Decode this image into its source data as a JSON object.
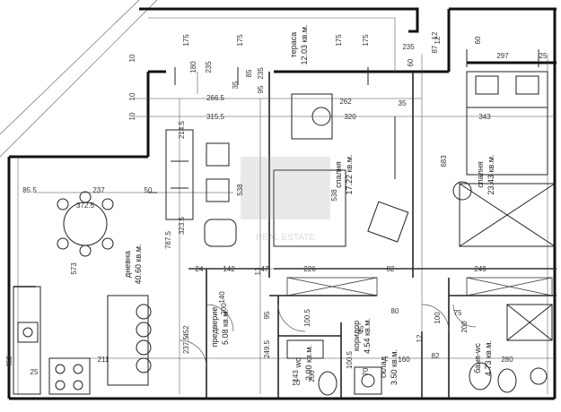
{
  "rooms": {
    "terrace": {
      "name": "тераса",
      "area": "12.03 кв.м."
    },
    "bedroom1": {
      "name": "спалня",
      "area": "17.22 кв.м."
    },
    "bedroom2": {
      "name": "спалня",
      "area": "23.43 кв.м."
    },
    "living": {
      "name": "дневна",
      "area": "40.60 кв.м."
    },
    "hall": {
      "name": "предверие",
      "area": "5.08 кв.м."
    },
    "corridor": {
      "name": "коридор",
      "area": "4.54 кв.м."
    },
    "storage": {
      "name": "склад",
      "area": "3.50 кв.м."
    },
    "wc": {
      "name": "wc",
      "area": "2.00 кв.м."
    },
    "bathroom": {
      "name": "баня-wc",
      "area": "4.73 кв.м."
    }
  },
  "dimensions": [
    "175",
    "175",
    "175",
    "175",
    "60",
    "235",
    "85",
    "235",
    "180",
    "35",
    "10",
    "10",
    "10",
    "266.5",
    "315.5",
    "262",
    "320",
    "35",
    "343",
    "297",
    "12",
    "25",
    "235",
    "95",
    "60",
    "87",
    "12",
    "214.5",
    "323.5",
    "787.5",
    "538",
    "538",
    "683",
    "573",
    "237",
    "372.5",
    "85.5",
    "50",
    "142",
    "47",
    "226",
    "82",
    "249",
    "24",
    "13",
    "140",
    "200",
    "95",
    "100.5",
    "80",
    "452",
    "237.5",
    "249.5",
    "143",
    "200",
    "160",
    "280",
    "211",
    "452",
    "25",
    "20",
    "45",
    "75",
    "200",
    "100",
    "100.5",
    "70",
    "12",
    "82",
    "200"
  ],
  "watermark": "REAL ESTATE"
}
